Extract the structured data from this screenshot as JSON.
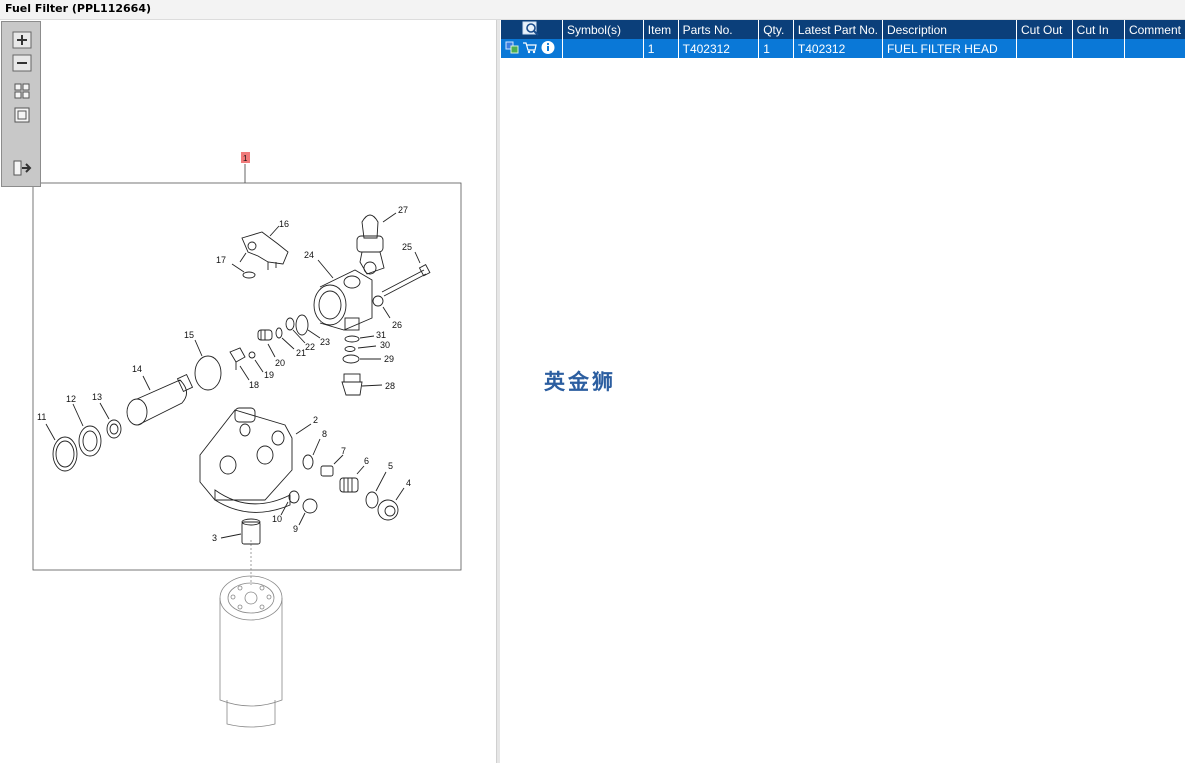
{
  "window": {
    "title": "Fuel Filter (PPL112664)"
  },
  "toolbar": {
    "zoom_in_icon": "zoom-in-icon",
    "zoom_out_icon": "zoom-out-icon",
    "fit_icon": "fit-window-icon",
    "actual_size_icon": "actual-size-icon",
    "export_icon": "export-icon"
  },
  "diagram": {
    "callout_marker": "1",
    "labels": [
      "27",
      "16",
      "25",
      "17",
      "24",
      "26",
      "31",
      "30",
      "29",
      "28",
      "15",
      "23",
      "22",
      "21",
      "20",
      "19",
      "18",
      "14",
      "13",
      "12",
      "11",
      "2",
      "8",
      "7",
      "6",
      "5",
      "4",
      "10",
      "9",
      "3"
    ]
  },
  "parts_table": {
    "columns": [
      "Symbol(s)",
      "Item",
      "Parts No.",
      "Qty.",
      "Latest Part No.",
      "Description",
      "Cut Out",
      "Cut In",
      "Comment"
    ],
    "rows": [
      {
        "symbols": "",
        "item": "1",
        "parts_no": "T402312",
        "qty": "1",
        "latest_part_no": "T402312",
        "description": "FUEL FILTER HEAD",
        "cut_out": "",
        "cut_in": "",
        "comment": ""
      }
    ],
    "header_color": "#0b3f7a",
    "selected_row_color": "#0a78d7"
  },
  "watermark": {
    "text": "英金狮"
  }
}
